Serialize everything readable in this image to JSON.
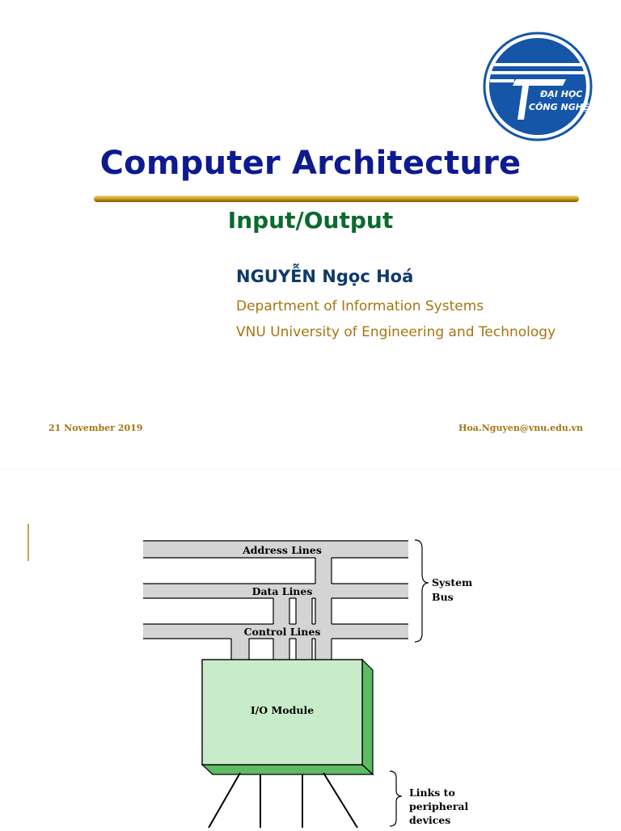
{
  "slide": {
    "title": "Computer Architecture",
    "subtitle": "Input/Output",
    "author": "NGUYỄN Ngọc Hoá",
    "department": "Department of Information Systems",
    "university": "VNU University of Engineering and Technology",
    "date": "21 November 2019",
    "email": "Hoa.Nguyen@vnu.edu.vn",
    "logo": {
      "text_line1": "ĐẠI HỌC",
      "text_line2": "CÔNG NGHỆ"
    }
  },
  "diagram": {
    "bus_lines": [
      "Address Lines",
      "Data Lines",
      "Control Lines"
    ],
    "system_bus_label": [
      "System",
      "Bus"
    ],
    "module_label": "I/O Module",
    "links_label": [
      "Links to",
      "peripheral",
      "devices"
    ]
  },
  "colors": {
    "title": "#0e1a8f",
    "subtitle": "#0b6a2e",
    "author": "#0e3a6a",
    "accent": "#a87410",
    "logo_blue": "#1556a8",
    "module_fill": "#c8ecc9",
    "module_side": "#5dbb63",
    "bus_fill": "#d4d4d4"
  }
}
